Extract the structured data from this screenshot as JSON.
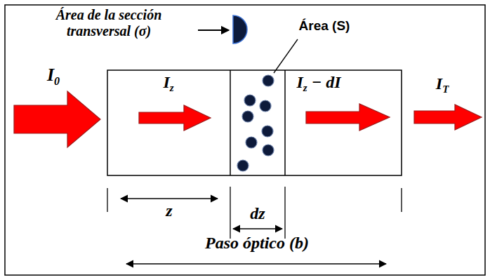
{
  "diagram": {
    "labels": [
      "Área de la sección transversal (σ)",
      "Área (S)",
      "I0",
      "Iz",
      "Iz − dI",
      "IT",
      "z",
      "dz",
      "Paso óptico (b)"
    ]
  }
}
